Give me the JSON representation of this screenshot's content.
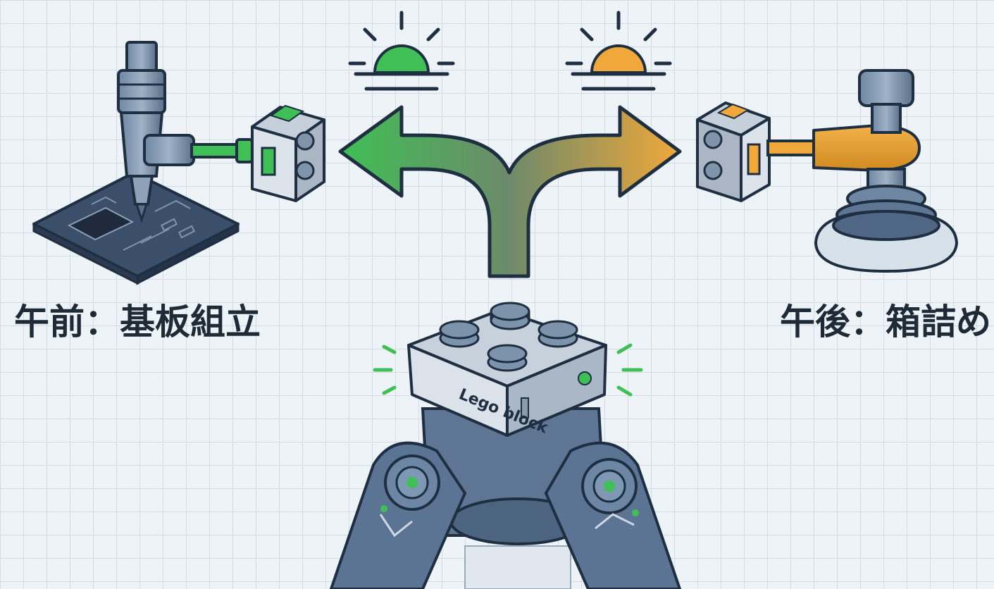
{
  "labels": {
    "morning_task": "午前：基板組立",
    "afternoon_task": "午後：箱詰め"
  },
  "module": {
    "text": "Lego block"
  },
  "icons": {
    "left_tool": "pcb-assembly-tool-icon",
    "right_tool": "suction-gripper-icon",
    "morning_sun": "sunrise-icon",
    "afternoon_sun": "sunset-icon",
    "module": "lego-block-module-icon",
    "robot": "robot-arm-icon"
  },
  "colors": {
    "morning": "#3fbf55",
    "afternoon": "#f0a83a",
    "robot": "#5c7494",
    "outline": "#1f2f42",
    "background": "#eef3f8"
  }
}
